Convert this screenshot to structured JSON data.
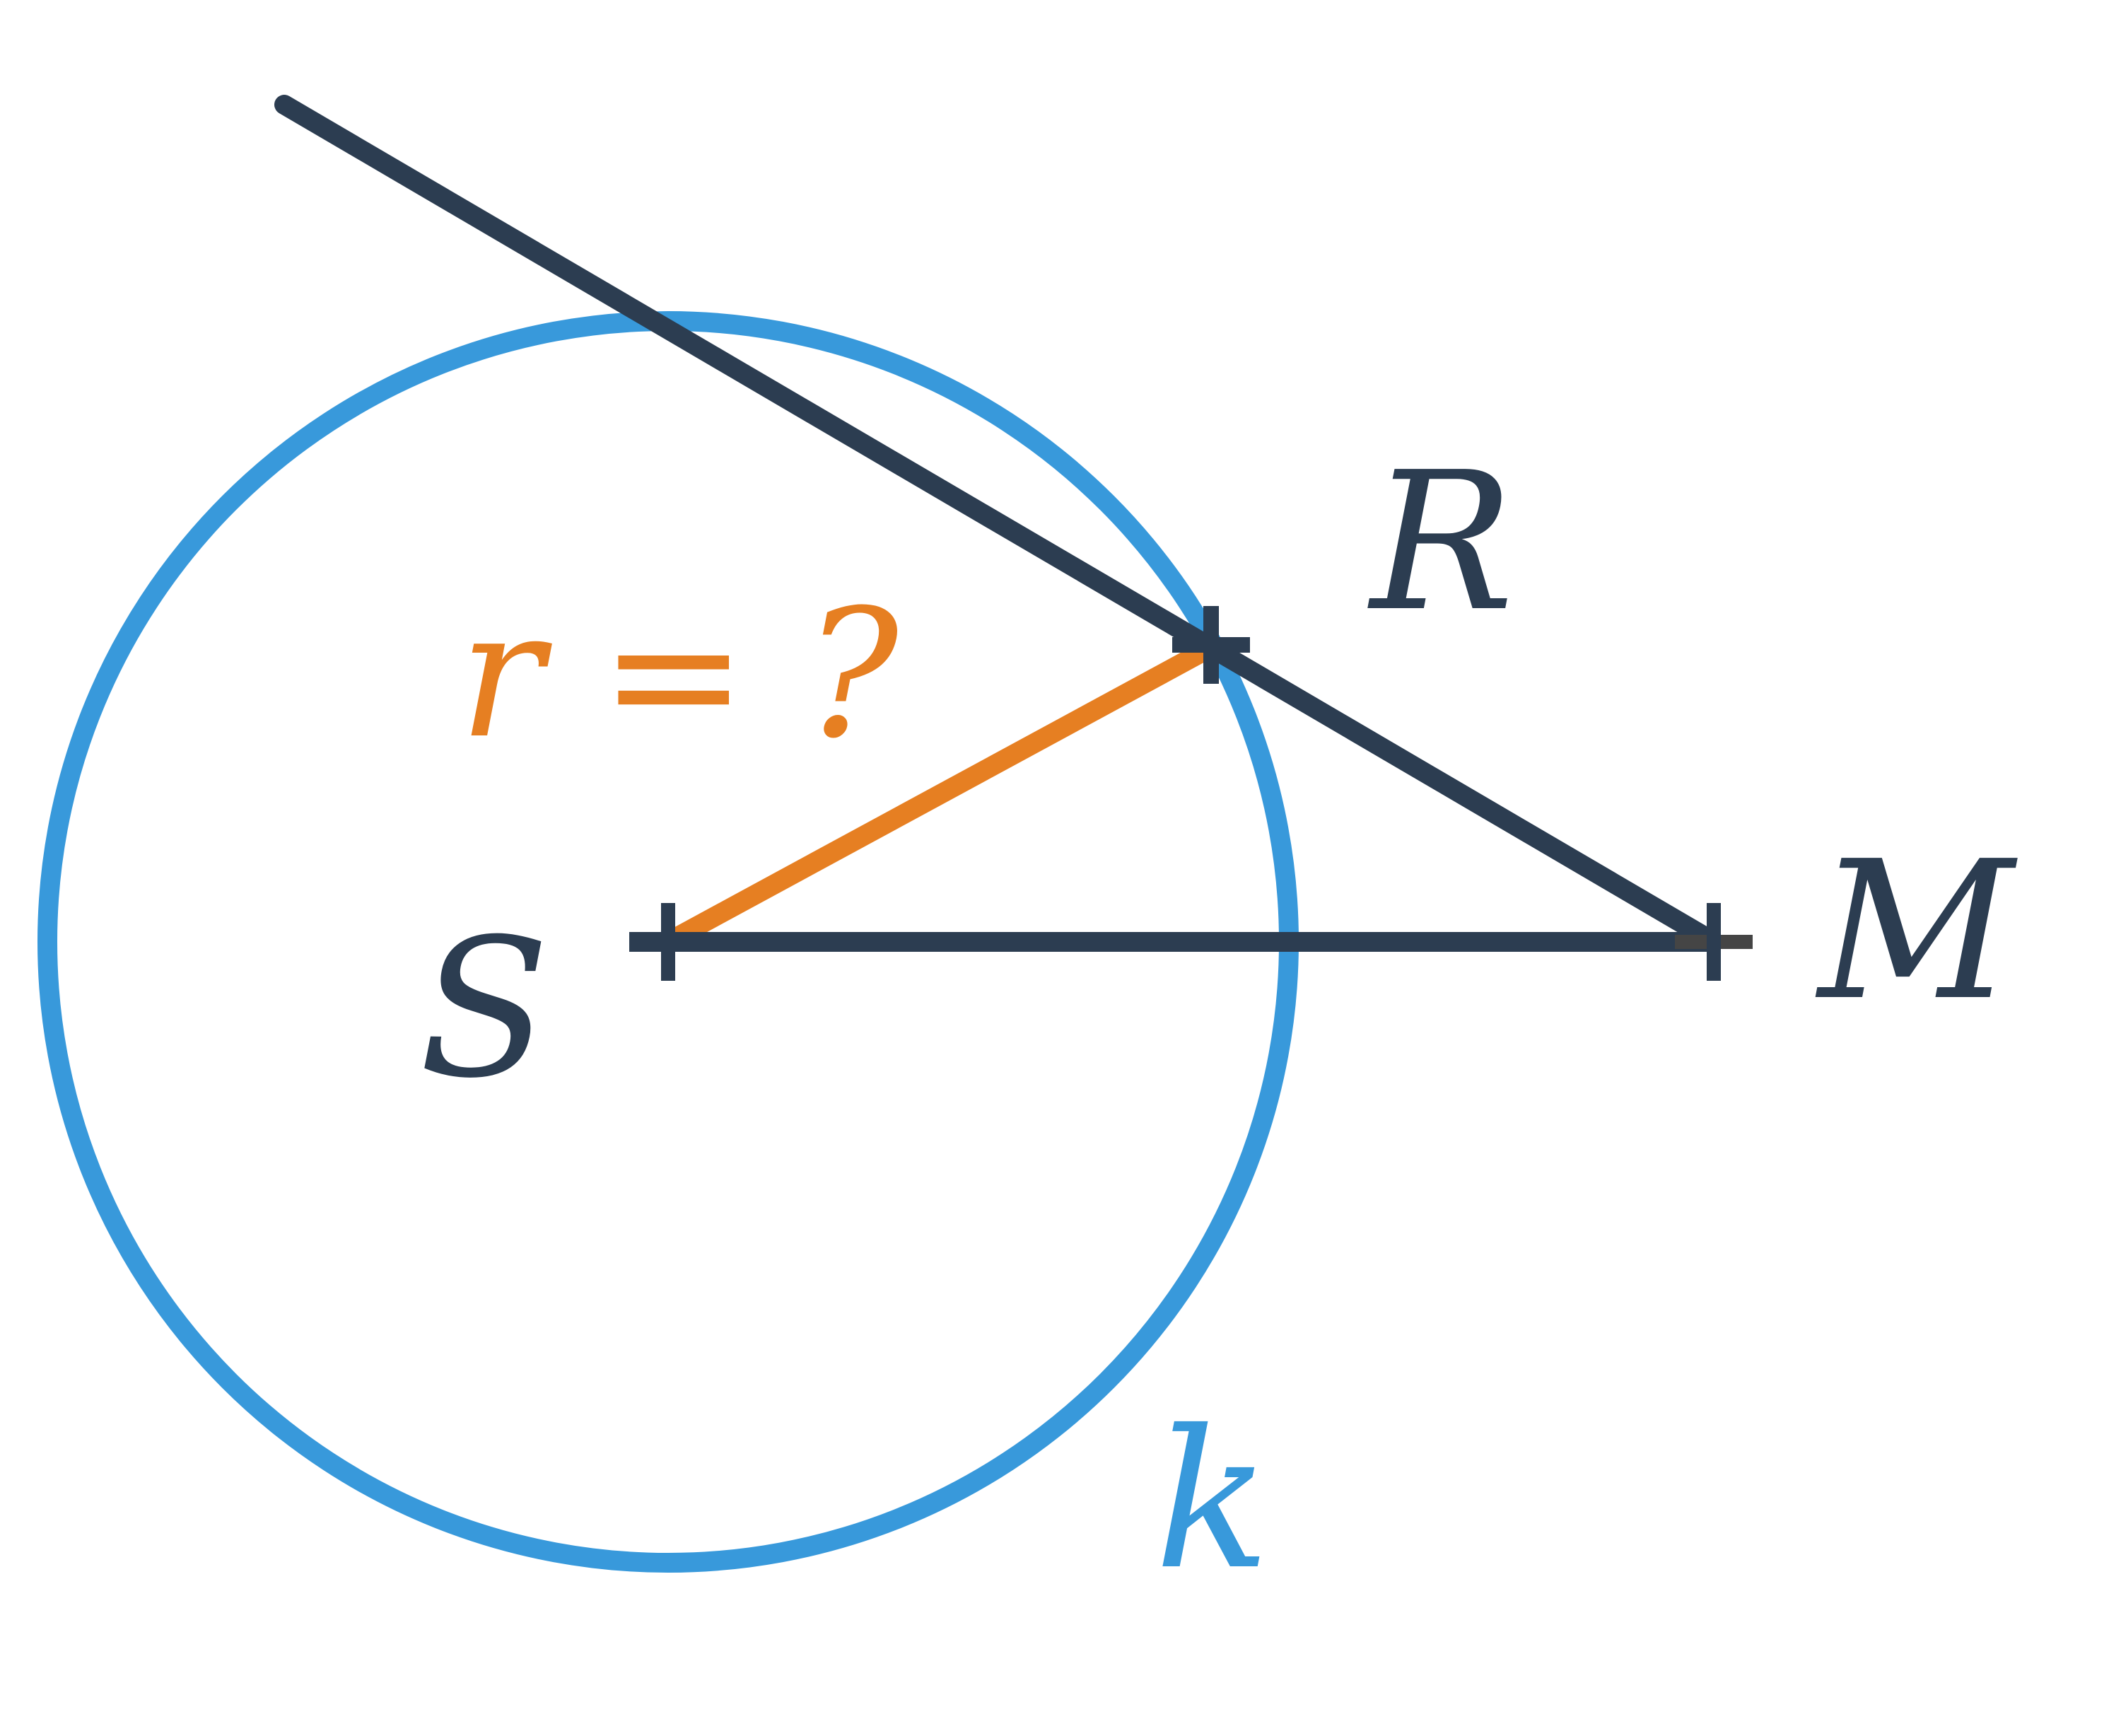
{
  "colors": {
    "circle": "#3899db",
    "lines": "#2c3d51",
    "radius": "#e67f22",
    "marker_grey": "#454545",
    "background": "#ffffff"
  },
  "labels": {
    "point_r": "R",
    "point_s": "S",
    "point_m": "M",
    "circle_k": "k",
    "radius_question": "r = ?"
  }
}
